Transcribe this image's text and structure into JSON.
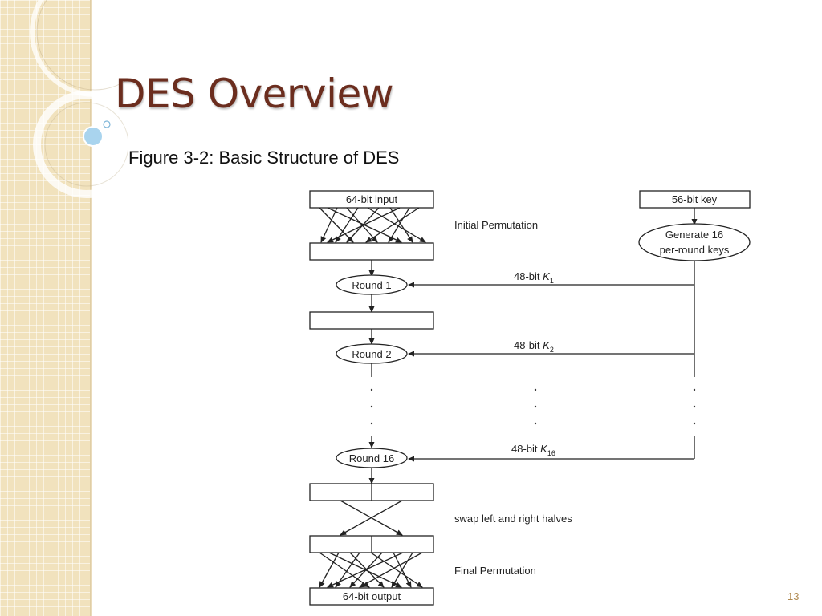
{
  "slide": {
    "title": "DES Overview",
    "caption": "Figure 3-2: Basic Structure of DES",
    "page_number": "13"
  },
  "diagram": {
    "input_box": "64-bit input",
    "key_box": "56-bit key",
    "initial_permutation": "Initial Permutation",
    "generate_keys_line1": "Generate 16",
    "generate_keys_line2": "per-round keys",
    "round_1": "Round 1",
    "round_2": "Round 2",
    "round_16": "Round 16",
    "key_1_prefix": "48-bit ",
    "key_1_letter": "K",
    "key_1_sub": "1",
    "key_2_prefix": "48-bit ",
    "key_2_letter": "K",
    "key_2_sub": "2",
    "key_16_prefix": "48-bit ",
    "key_16_letter": "K",
    "key_16_sub": "16",
    "swap_label": "swap left and right halves",
    "final_permutation": "Final Permutation",
    "output_box": "64-bit output"
  }
}
